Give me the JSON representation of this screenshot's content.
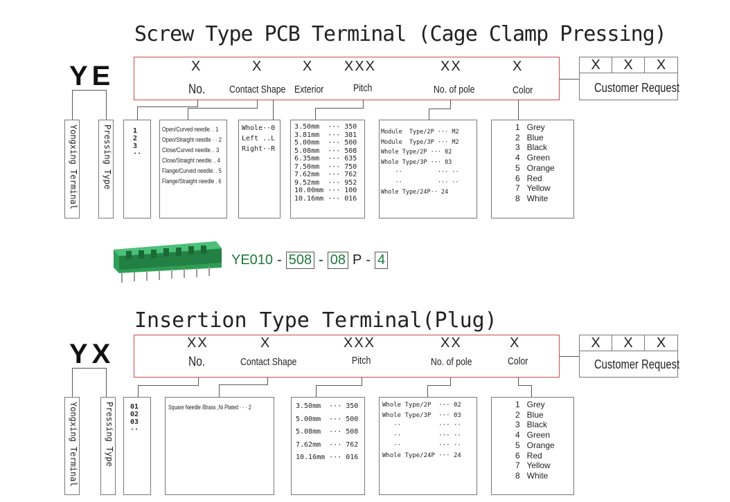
{
  "screw": {
    "title": "Screw Type PCB Terminal  (Cage Clamp Pressing)",
    "prefix": "YE",
    "x_marks": [
      "X",
      "X",
      "X",
      "XXX",
      "XX",
      "X"
    ],
    "fields": [
      "No.",
      "Contact Shape",
      "Exterior",
      "Pitch",
      "No. of pole",
      "Color"
    ],
    "customer_x": [
      "X",
      "X",
      "X"
    ],
    "customer_label": "Customer Request",
    "vert1": "Yongxing Terminal",
    "vert2": "Pressing Type",
    "no_values": "1\n2\n3\n··",
    "contact_shapes": [
      "Open/Curved needle. . 1",
      "Open/Straight needle · · 2",
      "Close/Curved needle. . 3",
      "Close/Straight needle. . 4",
      "Flange/Curved needle. . 5",
      "Flange/Straight needle . 6"
    ],
    "exterior": "Whole··0\nLeft ..L\nRight··R",
    "pitch": "3.50mm  ··· 350\n3.81mm  ··· 381\n5.00mm  ··· 500\n5.08mm  ··· 508\n6.35mm  ··· 635\n7.50mm  ··· 750\n7.62mm  ··· 762\n9.52mm  ··· 952\n10.00mm ··· 100\n10.16mm ··· 016",
    "poles": "Module  Type/2P ··· M2\nModule  Type/3P ··· M2\nWhole Type/2P ··· 02\nWhole Type/3P ··· 03\n    ··          ··· ··\n    ··          ··· ··\nWhole Type/24P·· 24",
    "colors": "1   Grey\n2   Blue\n3   Black\n4   Green\n5   Orange\n6   Red\n7   Yellow\n8   White"
  },
  "example": {
    "code": "YE010",
    "dash1": "-",
    "pitch": "508",
    "dash2": "-",
    "poles": "08",
    "p": "P",
    "dash3": "-",
    "color": "4"
  },
  "insertion": {
    "title": "Insertion Type Terminal(Plug)",
    "prefix": "YX",
    "x_marks": [
      "XX",
      "X",
      "XXX",
      "XX",
      "X"
    ],
    "fields": [
      "No.",
      "Contact Shape",
      "Pitch",
      "No. of pole",
      "Color"
    ],
    "customer_x": [
      "X",
      "X",
      "X"
    ],
    "customer_label": "Customer Request",
    "vert1": "Yongxing Terminal",
    "vert2": "Pressing Type",
    "no_values": "01\n02\n03\n··",
    "contact_shape": "Square Needle /Brass ,Ni Plated · · · 2",
    "pitch": "3.50mm  ··· 350\n5.00mm  ··· 500\n5.08mm  ··· 508\n7.62mm  ··· 762\n10.16mm ··· 016",
    "poles": "Whole Type/2P  ··· 02\nWhole Type/3P  ··· 03\n   ··          ··· ··\n   ··          ··· ··\n   ··          ··· ··\nWhole Type/24P ··· 24",
    "colors": "1   Grey\n2   Blue\n3   Black\n4   Green\n5   Orange\n6   Red\n7   Yellow\n8   White"
  }
}
